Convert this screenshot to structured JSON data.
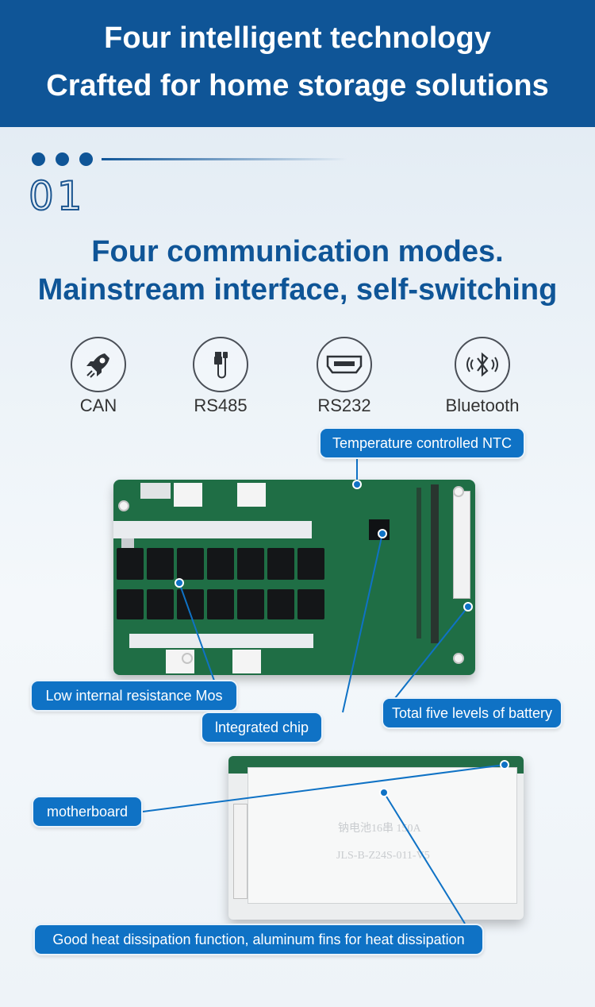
{
  "header": {
    "line1": "Four intelligent technology",
    "line2": "Crafted for home storage solutions"
  },
  "section": {
    "number": "01",
    "title_line1": "Four communication modes.",
    "title_line2": "Mainstream interface, self-switching"
  },
  "modes": [
    {
      "label": "CAN",
      "icon": "rocket-icon"
    },
    {
      "label": "RS485",
      "icon": "usb-cable-icon"
    },
    {
      "label": "RS232",
      "icon": "hdmi-port-icon"
    },
    {
      "label": "Bluetooth",
      "icon": "bluetooth-icon"
    }
  ],
  "callouts": {
    "ntc": "Temperature controlled NTC",
    "mos": "Low internal resistance Mos",
    "five_levels": "Total five levels of battery",
    "chip": "lntegrated chip",
    "motherboard": "motherboard",
    "heat": "Good heat dissipation function, aluminum fins for heat dissipation"
  },
  "colors": {
    "brand_blue": "#0f5597",
    "callout_blue": "#0f72c5",
    "pcb_green": "#1f6e45"
  }
}
